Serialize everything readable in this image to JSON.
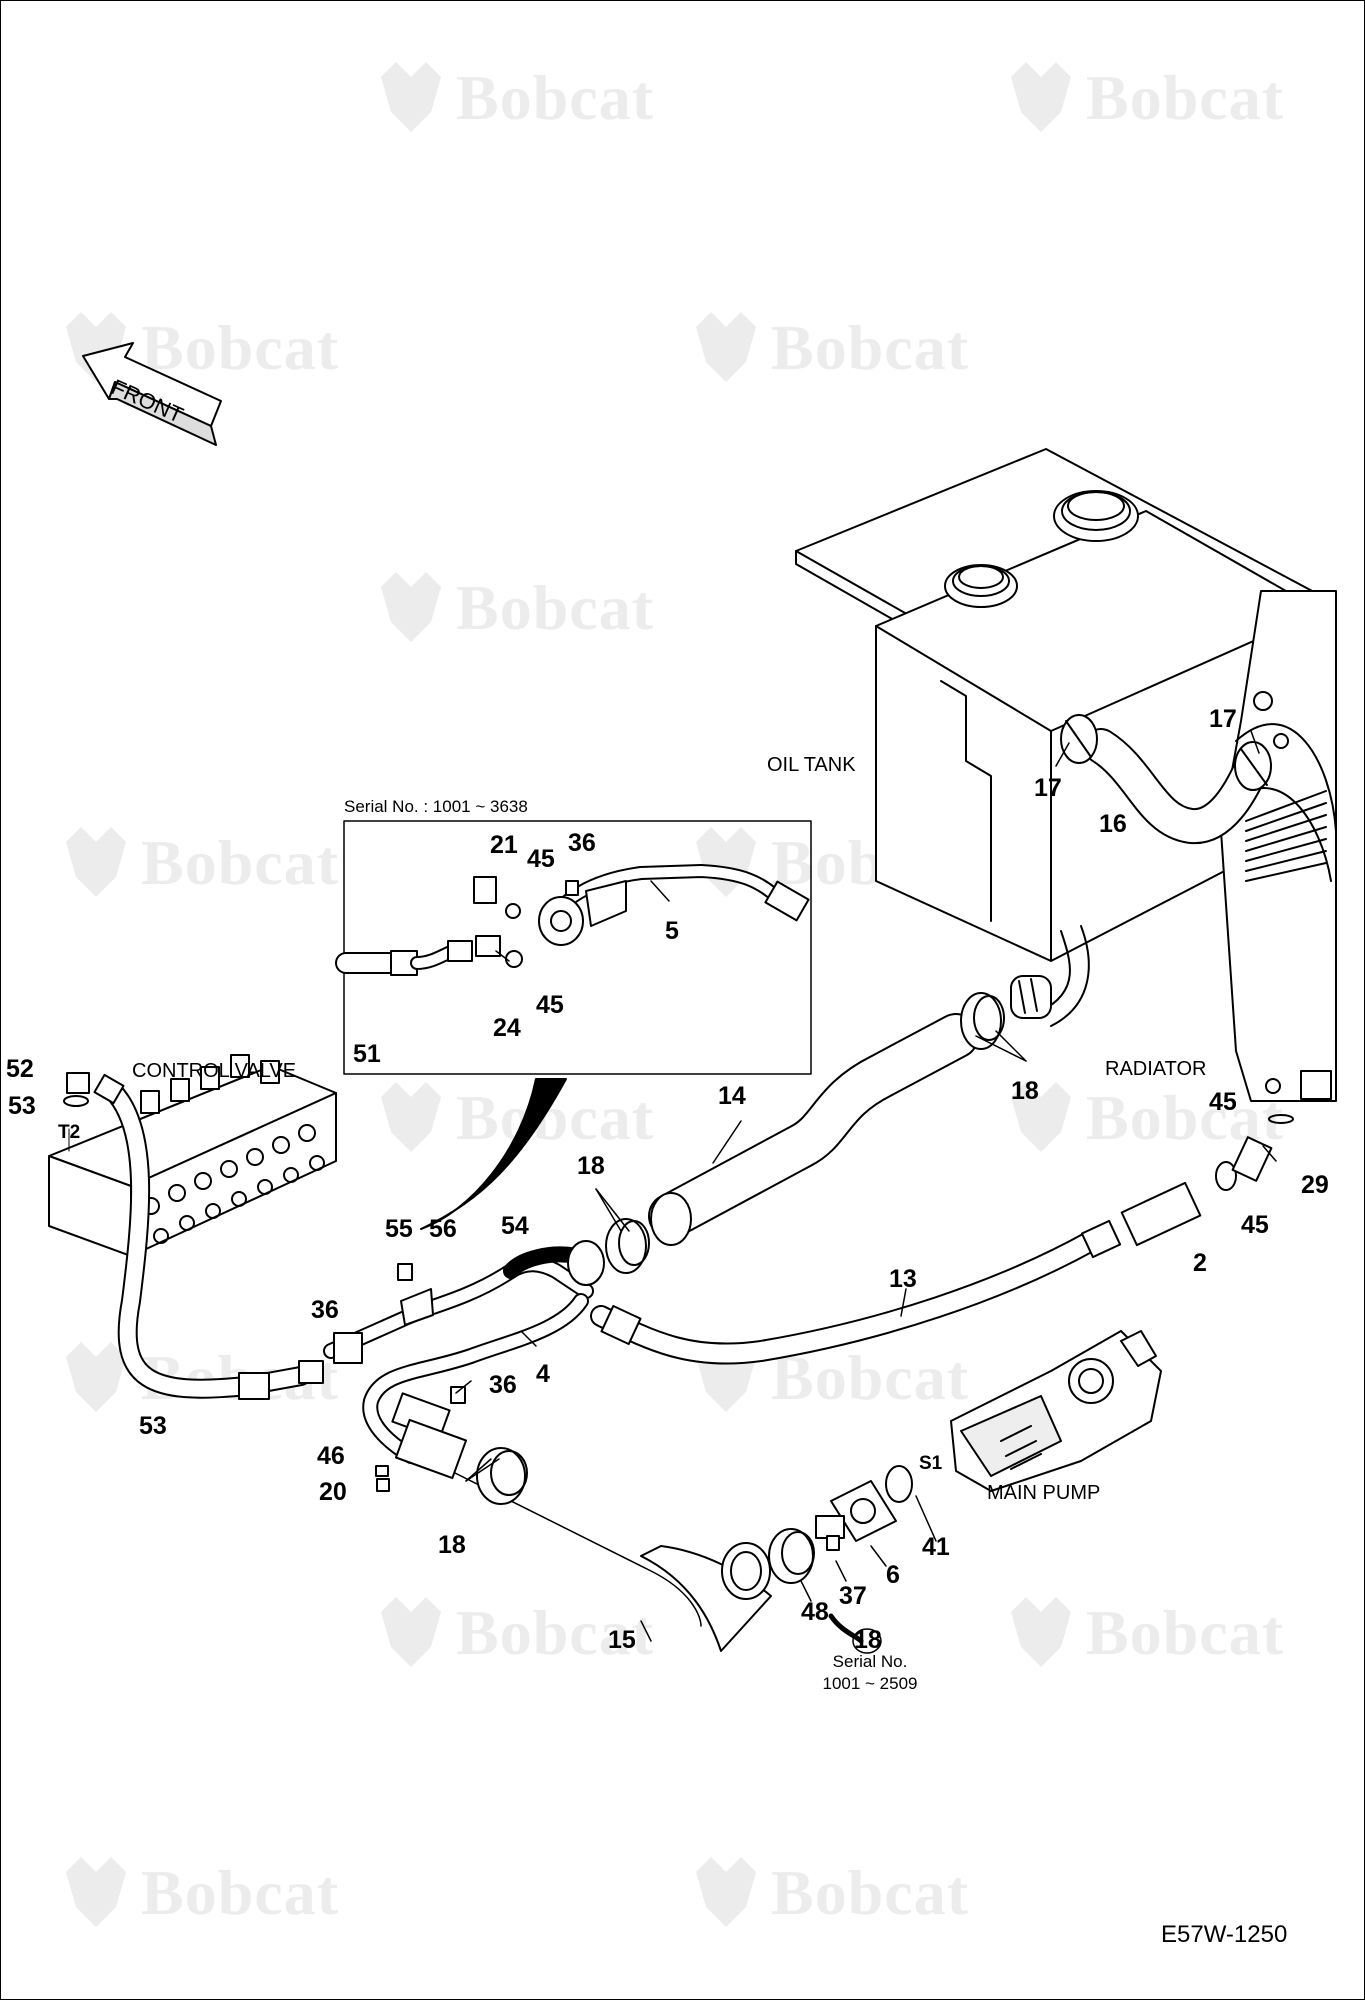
{
  "watermark": {
    "text": "Bobcat",
    "color": "#ececec"
  },
  "diagram_code": "E57W-1250",
  "front_arrow": "FRONT",
  "inset": {
    "title": "Serial No. : 1001 ~ 3638"
  },
  "labels": {
    "oil_tank": "OIL TANK",
    "radiator": "RADIATOR",
    "control_valve": "CONTROL VALVE",
    "main_pump": "MAIN PUMP",
    "t2": "T2",
    "s1": "S1",
    "serial_bottom_1": "Serial No.",
    "serial_bottom_2": "1001 ~ 2509"
  },
  "callouts": [
    {
      "id": "c-21",
      "text": "21"
    },
    {
      "id": "c-45a",
      "text": "45"
    },
    {
      "id": "c-36a",
      "text": "36"
    },
    {
      "id": "c-5",
      "text": "5"
    },
    {
      "id": "c-24",
      "text": "24"
    },
    {
      "id": "c-45b",
      "text": "45"
    },
    {
      "id": "c-51",
      "text": "51"
    },
    {
      "id": "c-17a",
      "text": "17"
    },
    {
      "id": "c-17b",
      "text": "17"
    },
    {
      "id": "c-16",
      "text": "16"
    },
    {
      "id": "c-52",
      "text": "52"
    },
    {
      "id": "c-53a",
      "text": "53"
    },
    {
      "id": "c-14",
      "text": "14"
    },
    {
      "id": "c-18a",
      "text": "18"
    },
    {
      "id": "c-18b",
      "text": "18"
    },
    {
      "id": "c-45c",
      "text": "45"
    },
    {
      "id": "c-29",
      "text": "29"
    },
    {
      "id": "c-45d",
      "text": "45"
    },
    {
      "id": "c-2",
      "text": "2"
    },
    {
      "id": "c-55",
      "text": "55"
    },
    {
      "id": "c-56",
      "text": "56"
    },
    {
      "id": "c-54",
      "text": "54"
    },
    {
      "id": "c-13",
      "text": "13"
    },
    {
      "id": "c-36b",
      "text": "36"
    },
    {
      "id": "c-4",
      "text": "4"
    },
    {
      "id": "c-36c",
      "text": "36"
    },
    {
      "id": "c-53b",
      "text": "53"
    },
    {
      "id": "c-46",
      "text": "46"
    },
    {
      "id": "c-20",
      "text": "20"
    },
    {
      "id": "c-18c",
      "text": "18"
    },
    {
      "id": "c-41",
      "text": "41"
    },
    {
      "id": "c-6",
      "text": "6"
    },
    {
      "id": "c-37",
      "text": "37"
    },
    {
      "id": "c-48",
      "text": "48"
    },
    {
      "id": "c-18d",
      "text": "18"
    },
    {
      "id": "c-15",
      "text": "15"
    }
  ]
}
